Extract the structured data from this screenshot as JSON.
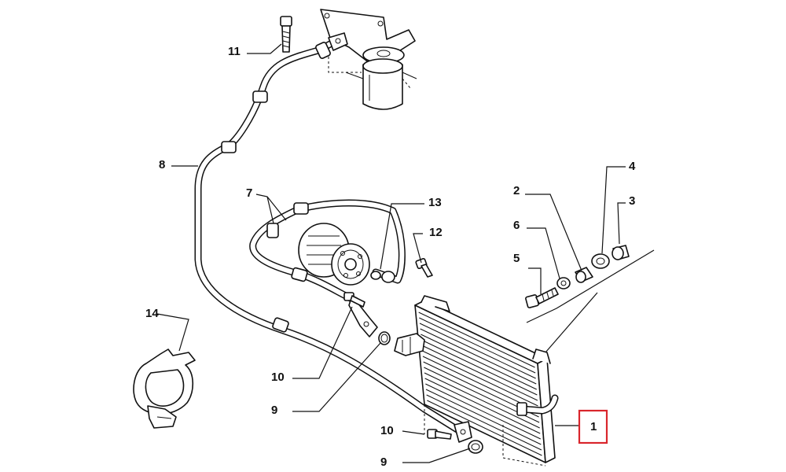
{
  "callouts": {
    "p1": "1",
    "p2": "2",
    "p3": "3",
    "p4": "4",
    "p5": "5",
    "p6": "6",
    "p7": "7",
    "p8": "8",
    "p9a": "9",
    "p9b": "9",
    "p10a": "10",
    "p10b": "10",
    "p11": "11",
    "p12": "12",
    "p13": "13",
    "p14": "14"
  },
  "highlight": {
    "part": "1",
    "color": "#d9262c"
  }
}
